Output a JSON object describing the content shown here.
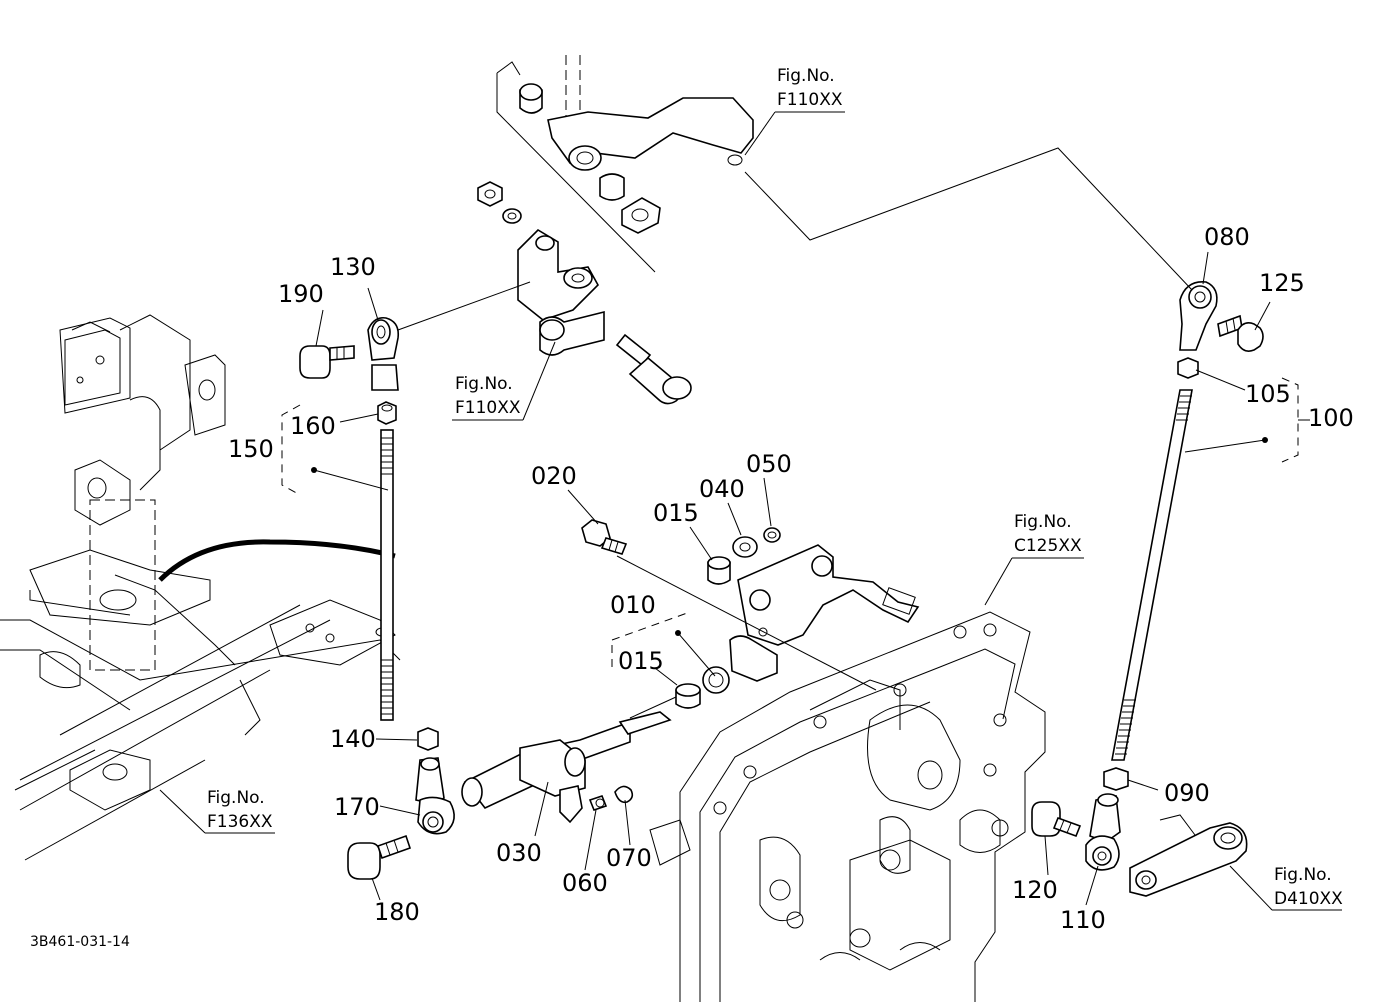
{
  "diagram_code": "3B461-031-14",
  "parts": {
    "p010": "010",
    "p015a": "015",
    "p015b": "015",
    "p020": "020",
    "p030": "030",
    "p040": "040",
    "p050": "050",
    "p060": "060",
    "p070": "070",
    "p080": "080",
    "p090": "090",
    "p100": "100",
    "p105": "105",
    "p110": "110",
    "p120": "120",
    "p125": "125",
    "p130": "130",
    "p140": "140",
    "p150": "150",
    "p160": "160",
    "p170": "170",
    "p180": "180",
    "p190": "190"
  },
  "fig_refs": {
    "top": {
      "label": "Fig.No.",
      "code": "F110XX"
    },
    "mid": {
      "label": "Fig.No.",
      "code": "F110XX"
    },
    "gear": {
      "label": "Fig.No.",
      "code": "C125XX"
    },
    "frame": {
      "label": "Fig.No.",
      "code": "F136XX"
    },
    "right": {
      "label": "Fig.No.",
      "code": "D410XX"
    }
  }
}
